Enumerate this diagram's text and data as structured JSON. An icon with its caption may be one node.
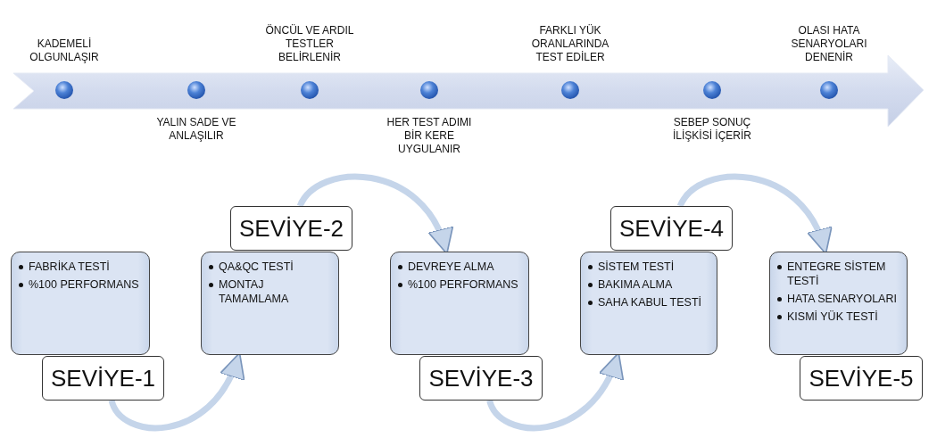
{
  "diagram": {
    "nodes": [
      {
        "text": [
          "FABRİKA TESTİ",
          "%100 PERFORMANS"
        ]
      },
      {
        "text": [
          "SEVİYE-1"
        ]
      },
      {
        "text": [
          "QA&QC TESTİ",
          "MONTAJ TAMAMLAMA"
        ]
      },
      {
        "text": [
          "SEVİYE-2"
        ]
      },
      {
        "text": [
          "DEVREYE ALMA",
          "%100 PERFORMANS"
        ]
      },
      {
        "text": [
          "SEVİYE-3"
        ]
      },
      {
        "text": [
          "SİSTEM TESTİ",
          "BAKIMA ALMA",
          "SAHA KABUL TESTİ"
        ]
      },
      {
        "text": [
          "SEVİYE-4"
        ]
      },
      {
        "text": [
          "ENTEGRE SİSTEM TESTİ",
          "HATA SENARYOLARI",
          "KISMİ YÜK TESTİ"
        ]
      },
      {
        "text": [
          "SEVİYE-5"
        ]
      }
    ],
    "edges": [
      {
        "from": 1,
        "to": 2,
        "arrow": "to"
      },
      {
        "from": 3,
        "to": 4,
        "arrow": "to"
      },
      {
        "from": 5,
        "to": 6,
        "arrow": "to"
      },
      {
        "from": 7,
        "to": 8,
        "arrow": "to"
      }
    ],
    "labels": [
      "KADEMELİ OLGUNLAŞIR",
      "YALIN SADE VE ANLAŞILIR",
      "ÖNCÜL VE ARDIL TESTLER BELİRLENİR",
      "HER TEST ADIMI BİR KERE UYGULANIR",
      "FARKLI YÜK ORANLARINDA TEST EDİLER",
      "SEBEP SONUÇ İLİŞKİSİ İÇERİR",
      "OLASI HATA SENARYOLARI DENENİR"
    ]
  }
}
